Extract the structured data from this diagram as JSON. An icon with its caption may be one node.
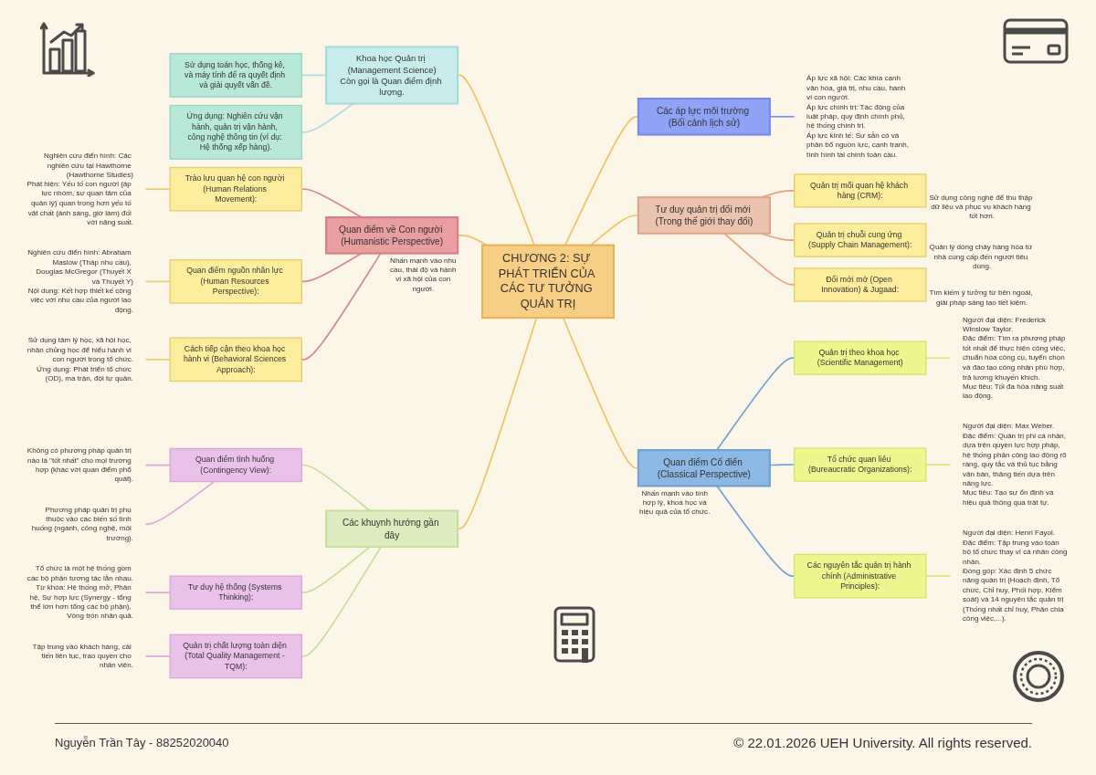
{
  "diagram": {
    "nodes": [
      {
        "text": [
          "CHƯƠNG 2: SỰ PHÁT TRIỂN CỦA CÁC TƯ TƯỞNG QUẢN TRỊ"
        ]
      },
      {
        "text": [
          "Các áp lực môi trường (Bối cảnh lịch sử)"
        ]
      },
      {
        "text": [
          "Áp lực xã hội: Các khía cạnh văn hóa, giá trị, nhu cầu, hành vi con người.",
          "Áp lực chính trị: Tác động của luật pháp, quy định chính phủ, hệ thống chính trị.",
          "Áp lực kinh tế: Sự sẵn có và phân bổ nguồn lực, cạnh tranh, tình hình tài chính toàn cầu."
        ]
      },
      {
        "text": [
          "Tư duy quản trị đổi mới (Trong thế giới thay đổi)"
        ]
      },
      {
        "text": [
          "Quản trị mối quan hệ khách hàng (CRM):"
        ],
        "beside": [
          "Sử dụng công nghệ để thu thập dữ liệu và phục vụ khách hàng tốt hơn."
        ]
      },
      {
        "text": [
          "Quản trị chuỗi cung ứng (Supply Chain Management):"
        ],
        "beside": [
          "Quản lý dòng chảy hàng hóa từ nhà cung cấp đến người tiêu dùng."
        ]
      },
      {
        "text": [
          "Đổi mới mở (Open Innovation) & Jugaad:"
        ],
        "beside": [
          "Tìm kiếm ý tưởng từ bên ngoài, giải pháp sáng tạo tiết kiệm."
        ]
      },
      {
        "text": [
          "Quan điểm Cổ điển (Classical Perspective)"
        ],
        "beside": [
          "Nhấn mạnh vào tính hợp lý, khoa học và hiệu quả của tổ chức."
        ]
      },
      {
        "text": [
          "Quản trị theo khoa học (Scientific Management)"
        ]
      },
      {
        "text": [
          "Người đại diện: Frederick Winslow Taylor.",
          "Đặc điểm: Tìm ra phương pháp tốt nhất để thực hiện công việc, chuẩn hóa công cụ, tuyển chọn và đào tạo công nhân phù hợp, trả lương khuyến khích.",
          "Mục tiêu: Tối đa hóa năng suất lao động."
        ]
      },
      {
        "text": [
          "Tổ chức quan liêu (Bureaucratic Organizations):"
        ]
      },
      {
        "text": [
          "Người đại diện: Max Weber.",
          "Đặc điểm: Quản trị phi cá nhân, dựa trên quyền lực hợp pháp, hệ thống phân công lao động rõ ràng, quy tắc và thủ tục bằng văn bản, thăng tiến dựa trên năng lực.",
          "Mục tiêu: Tạo sự ổn định và hiệu quả thông qua trật tự."
        ]
      },
      {
        "text": [
          "Các nguyên tắc quản trị hành chính (Administrative Principles):"
        ]
      },
      {
        "text": [
          "Người đại diện: Henri Fayol.",
          "Đặc điểm: Tập trung vào toàn bộ tổ chức thay vì cá nhân công nhân.",
          "Đóng góp: Xác định 5 chức năng quản trị (Hoạch định, Tổ chức, Chỉ huy, Phối hợp, Kiểm soát) và 14 nguyên tắc quản trị (Thống nhất chỉ huy, Phân chia công việc,...)."
        ]
      },
      {
        "text": [
          "Khoa học Quản trị (Management Science)",
          "Còn gọi là Quan điểm định lượng."
        ]
      },
      {
        "text": [
          "Sử dụng toán học, thống kê, và máy tính để ra quyết định và giải quyết vấn đề."
        ]
      },
      {
        "text": [
          "Ứng dụng: Nghiên cứu vận hành, quản trị vận hành, công nghệ thông tin (ví dụ: Hệ thống xếp hàng)."
        ]
      },
      {
        "text": [
          "Quan điểm về Con người (Humanistic Perspective)"
        ],
        "beside": [
          "Nhấn mạnh vào nhu cầu, thái độ và hành vi xã hội của con người."
        ]
      },
      {
        "text": [
          "Trào lưu quan hệ con người (Human Relations Movement):"
        ]
      },
      {
        "text": [
          "Nghiên cứu điển hình: Các nghiên cứu tại Hawthorne (Hawthorne Studies)",
          "Phát hiện: Yếu tố con người (áp lực nhóm, sự quan tâm của quản lý) quan trọng hơn yếu tố vật chất (ánh sáng, giờ làm) đối với năng suất."
        ]
      },
      {
        "text": [
          "Quan điểm nguồn nhân lực (Human Resources Perspective):"
        ]
      },
      {
        "text": [
          "Nghiên cứu điển hình: Abraham Maslow (Tháp nhu cầu), Douglas McGregor (Thuyết X và Thuyết Y)",
          "Nội dung: Kết hợp thiết kế công việc với nhu cầu của người lao động."
        ]
      },
      {
        "text": [
          "Cách tiếp cận theo khoa học hành vi (Behavioral Sciences Approach):"
        ]
      },
      {
        "text": [
          "Sử dụng tâm lý học, xã hội học, nhân chủng học để hiểu hành vi con người trong tổ chức.",
          "Ứng dụng: Phát triển tổ chức (OD), ma trận, đội tự quản."
        ]
      },
      {
        "text": [
          "Các khuynh hướng gần đây"
        ]
      },
      {
        "text": [
          "Quan điểm tình huống (Contingency View):"
        ]
      },
      {
        "text": [
          "Không có phương pháp quản trị nào là \"tốt nhất\" cho mọi trường hợp (khác với quan điểm phổ quát)."
        ]
      },
      {
        "text": [
          "Phương pháp quản trị phụ thuộc vào các biến số tình huống (ngành, công nghệ, môi trường)."
        ]
      },
      {
        "text": [
          "Tư duy hệ thống (Systems Thinking):"
        ]
      },
      {
        "text": [
          "Tổ chức là một hệ thống gồm các bộ phận tương tác lẫn nhau.",
          "Từ khóa: Hệ thống mở, Phân hệ, Sự hợp lực (Synergy - tổng thể lớn hơn tổng các bộ phận), Vòng tròn nhân quả."
        ]
      },
      {
        "text": [
          "Quản trị chất lượng toàn diện (Total Quality Management - TQM):"
        ]
      },
      {
        "text": [
          "Tập trung vào khách hàng, cải tiến liên tục, trao quyền cho nhân viên."
        ]
      }
    ],
    "edges": [
      {
        "from": 0,
        "to": 1,
        "arrow": "none",
        "color": "#f0c266"
      },
      {
        "from": 1,
        "to": 2,
        "arrow": "none",
        "color": "#7b8ff0"
      },
      {
        "from": 0,
        "to": 3,
        "arrow": "none",
        "color": "#f0c266"
      },
      {
        "from": 3,
        "to": 4,
        "arrow": "none",
        "color": "#e8a07c"
      },
      {
        "from": 3,
        "to": 5,
        "arrow": "none",
        "color": "#e8a07c"
      },
      {
        "from": 3,
        "to": 6,
        "arrow": "none",
        "color": "#e8a07c"
      },
      {
        "from": 0,
        "to": 7,
        "arrow": "none",
        "color": "#f0c266"
      },
      {
        "from": 7,
        "to": 8,
        "arrow": "none",
        "color": "#6fa3d8"
      },
      {
        "from": 8,
        "to": 9,
        "arrow": "none",
        "color": "#d3e87a"
      },
      {
        "from": 7,
        "to": 10,
        "arrow": "none",
        "color": "#6fa3d8"
      },
      {
        "from": 10,
        "to": 11,
        "arrow": "none",
        "color": "#d3e87a"
      },
      {
        "from": 7,
        "to": 12,
        "arrow": "none",
        "color": "#6fa3d8"
      },
      {
        "from": 12,
        "to": 13,
        "arrow": "none",
        "color": "#d3e87a"
      },
      {
        "from": 14,
        "to": 0,
        "arrow": "none",
        "color": "#f0c266"
      },
      {
        "from": 15,
        "to": 14,
        "arrow": "none",
        "color": "#a9dde0"
      },
      {
        "from": 16,
        "to": 14,
        "arrow": "none",
        "color": "#a9dde0"
      },
      {
        "from": 17,
        "to": 0,
        "arrow": "none",
        "color": "#f0c266"
      },
      {
        "from": 18,
        "to": 17,
        "arrow": "none",
        "color": "#d9858a"
      },
      {
        "from": 19,
        "to": 18,
        "arrow": "none",
        "color": "#e6cc6a"
      },
      {
        "from": 20,
        "to": 17,
        "arrow": "none",
        "color": "#d9858a"
      },
      {
        "from": 21,
        "to": 20,
        "arrow": "none",
        "color": "#e6cc6a"
      },
      {
        "from": 22,
        "to": 17,
        "arrow": "none",
        "color": "#d9858a"
      },
      {
        "from": 23,
        "to": 22,
        "arrow": "none",
        "color": "#e6cc6a"
      },
      {
        "from": 24,
        "to": 0,
        "arrow": "none",
        "color": "#f0c266"
      },
      {
        "from": 25,
        "to": 24,
        "arrow": "none",
        "color": "#c3de98"
      },
      {
        "from": 26,
        "to": 25,
        "arrow": "none",
        "color": "#dca6db"
      },
      {
        "from": 27,
        "to": 25,
        "arrow": "none",
        "color": "#dca6db"
      },
      {
        "from": 28,
        "to": 24,
        "arrow": "none",
        "color": "#c3de98"
      },
      {
        "from": 29,
        "to": 28,
        "arrow": "none",
        "color": "#dca6db"
      },
      {
        "from": 30,
        "to": 24,
        "arrow": "none",
        "color": "#c3de98"
      },
      {
        "from": 31,
        "to": 30,
        "arrow": "none",
        "color": "#dca6db"
      }
    ],
    "labels": [
      "Nguyễn Trần Tây - 88252020040",
      "© 22.01.2026 UEH University. All rights reserved."
    ]
  }
}
